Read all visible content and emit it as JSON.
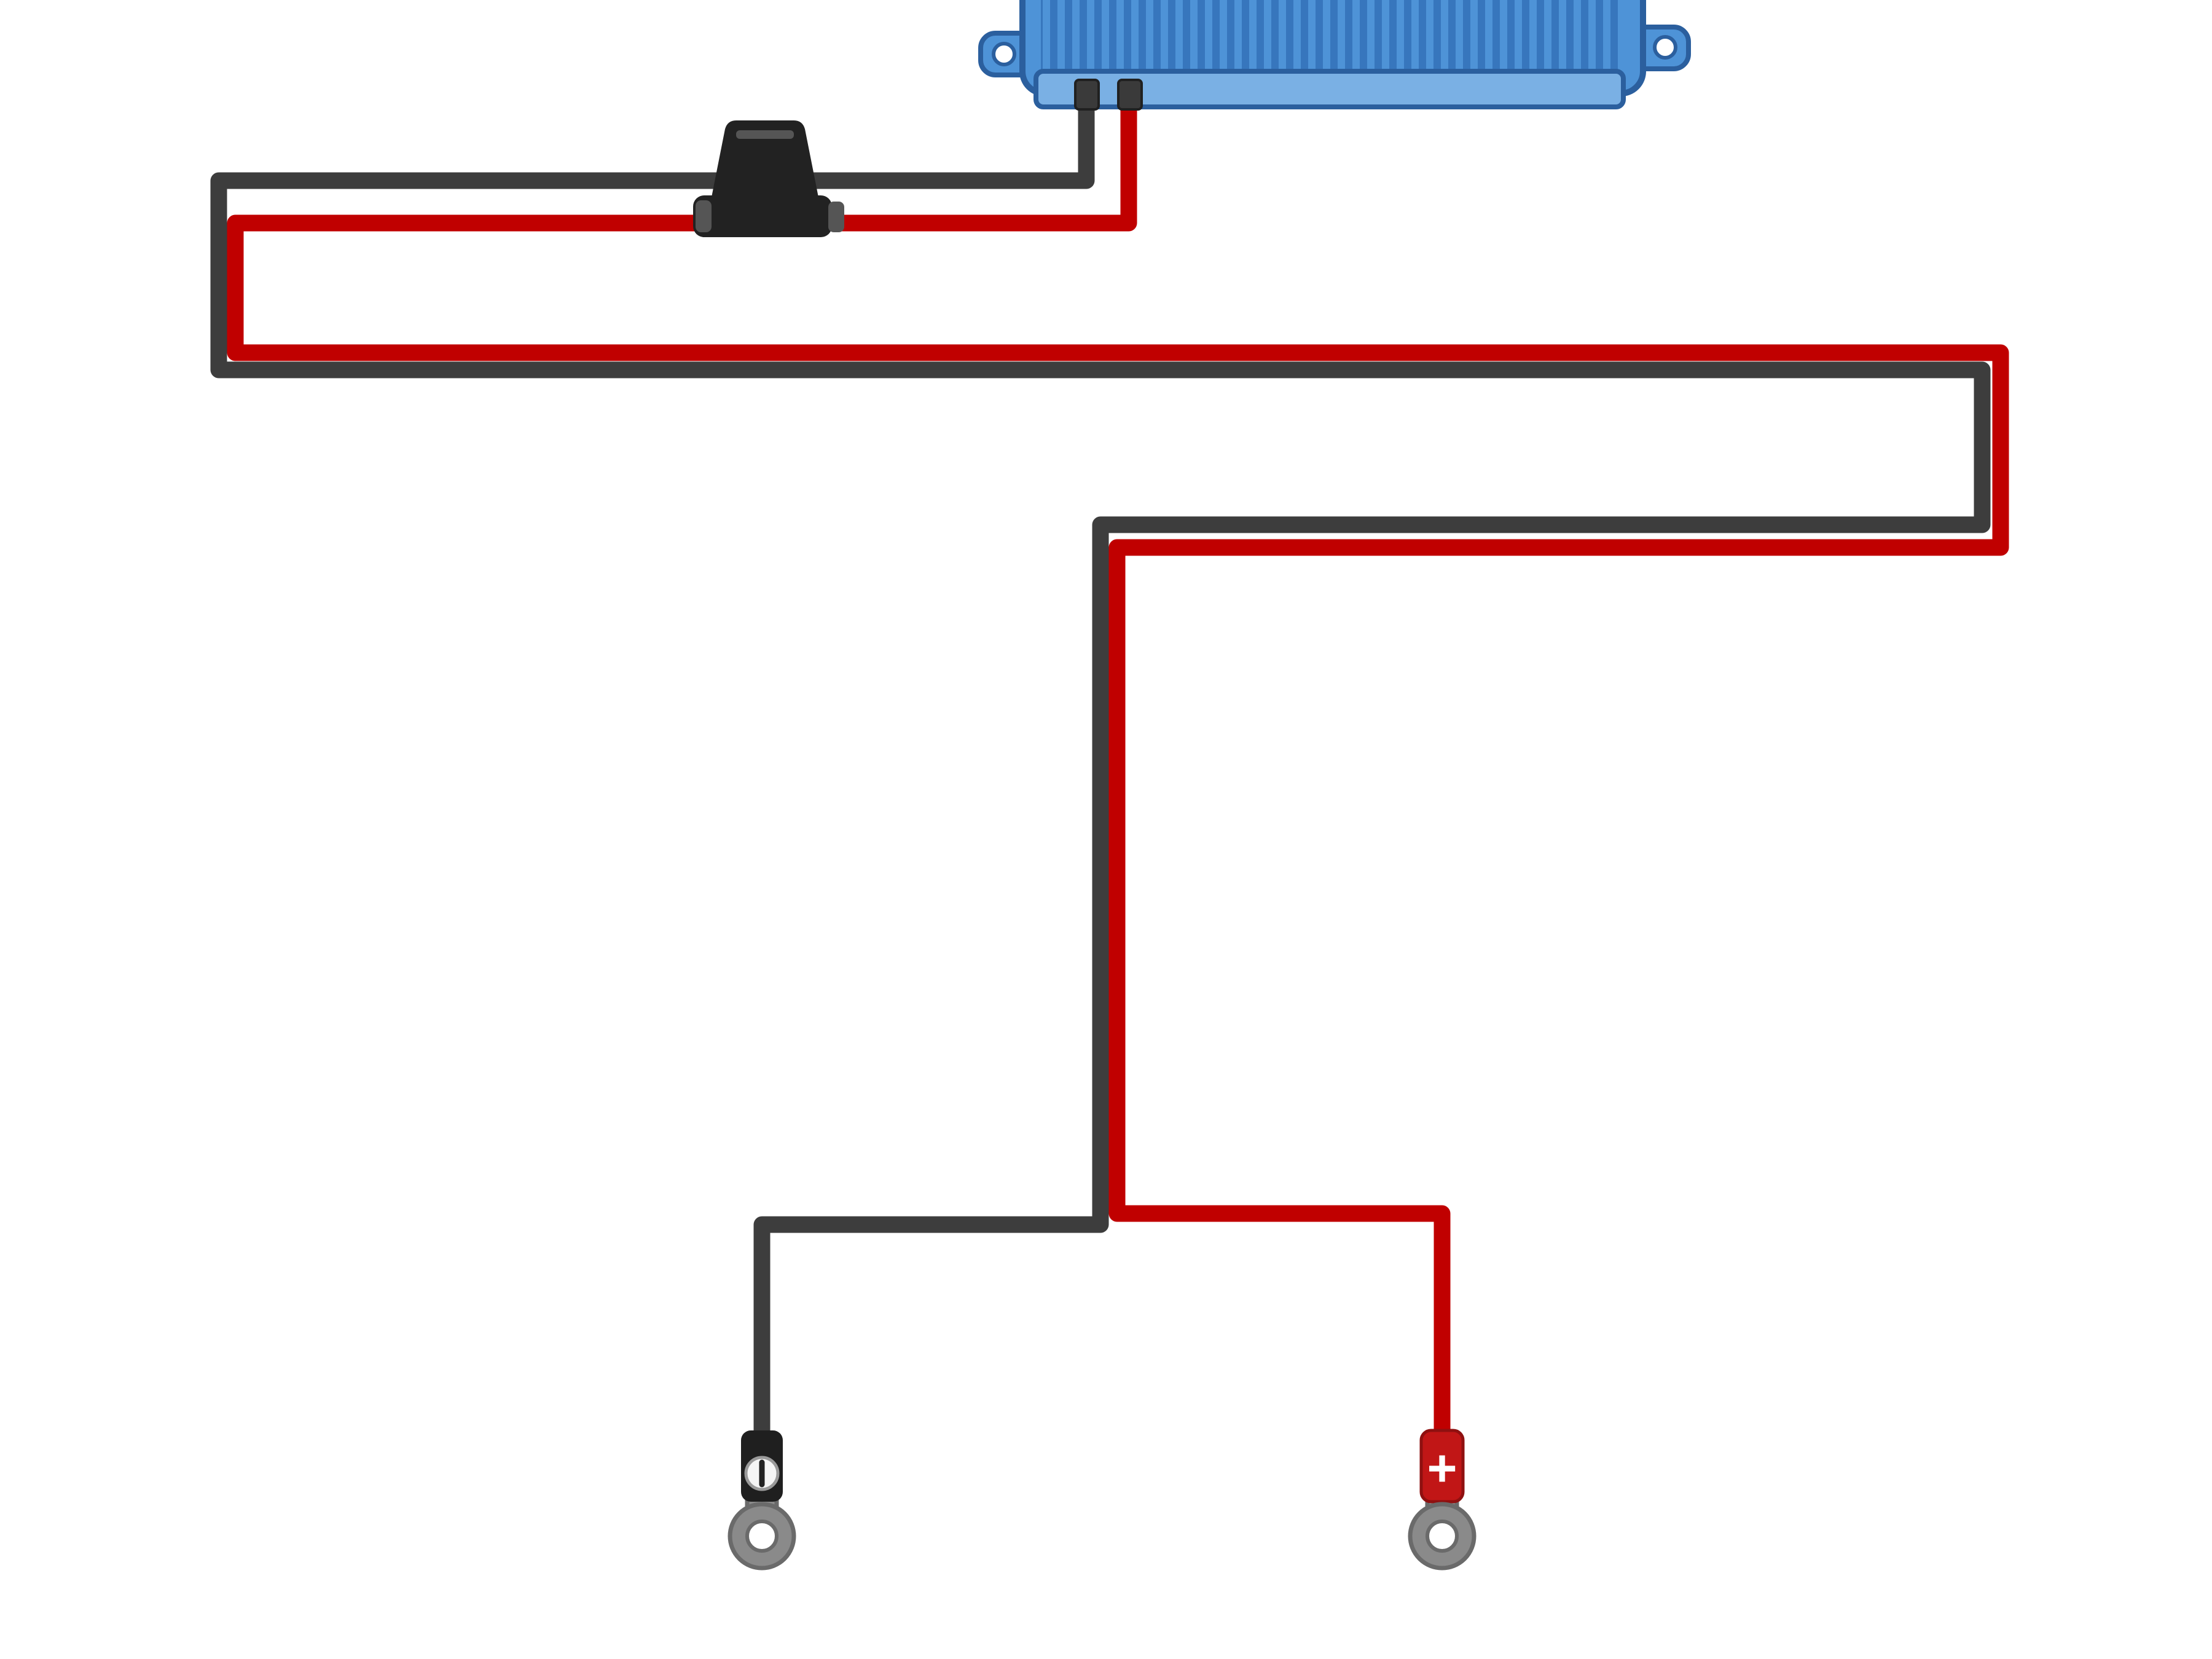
{
  "labels": {
    "positive_terminal": "+"
  },
  "component_names": [
    "battery-charger",
    "inline-fuse-holder",
    "negative-wire",
    "positive-wire",
    "ring-terminal-negative",
    "ring-terminal-positive"
  ],
  "colors": {
    "background": "#ffffff",
    "wire_negative": "#3d3d3d",
    "wire_positive": "#c00000",
    "charger_body": "#4e93d7",
    "charger_fins": "#3776bd",
    "charger_outline": "#2b5f9e",
    "charger_base": "#7ab0e4",
    "charger_hole": "#ffffff",
    "terminal_block": "#3a3a3a",
    "fuse_body": "#222222",
    "fuse_detail": "#555555",
    "lug_negative": "#1f1f1f",
    "lug_positive": "#c11616",
    "ring_metal": "#8a8a8a",
    "ring_outline": "#6a6a6a",
    "ring_hole": "#ffffff"
  }
}
